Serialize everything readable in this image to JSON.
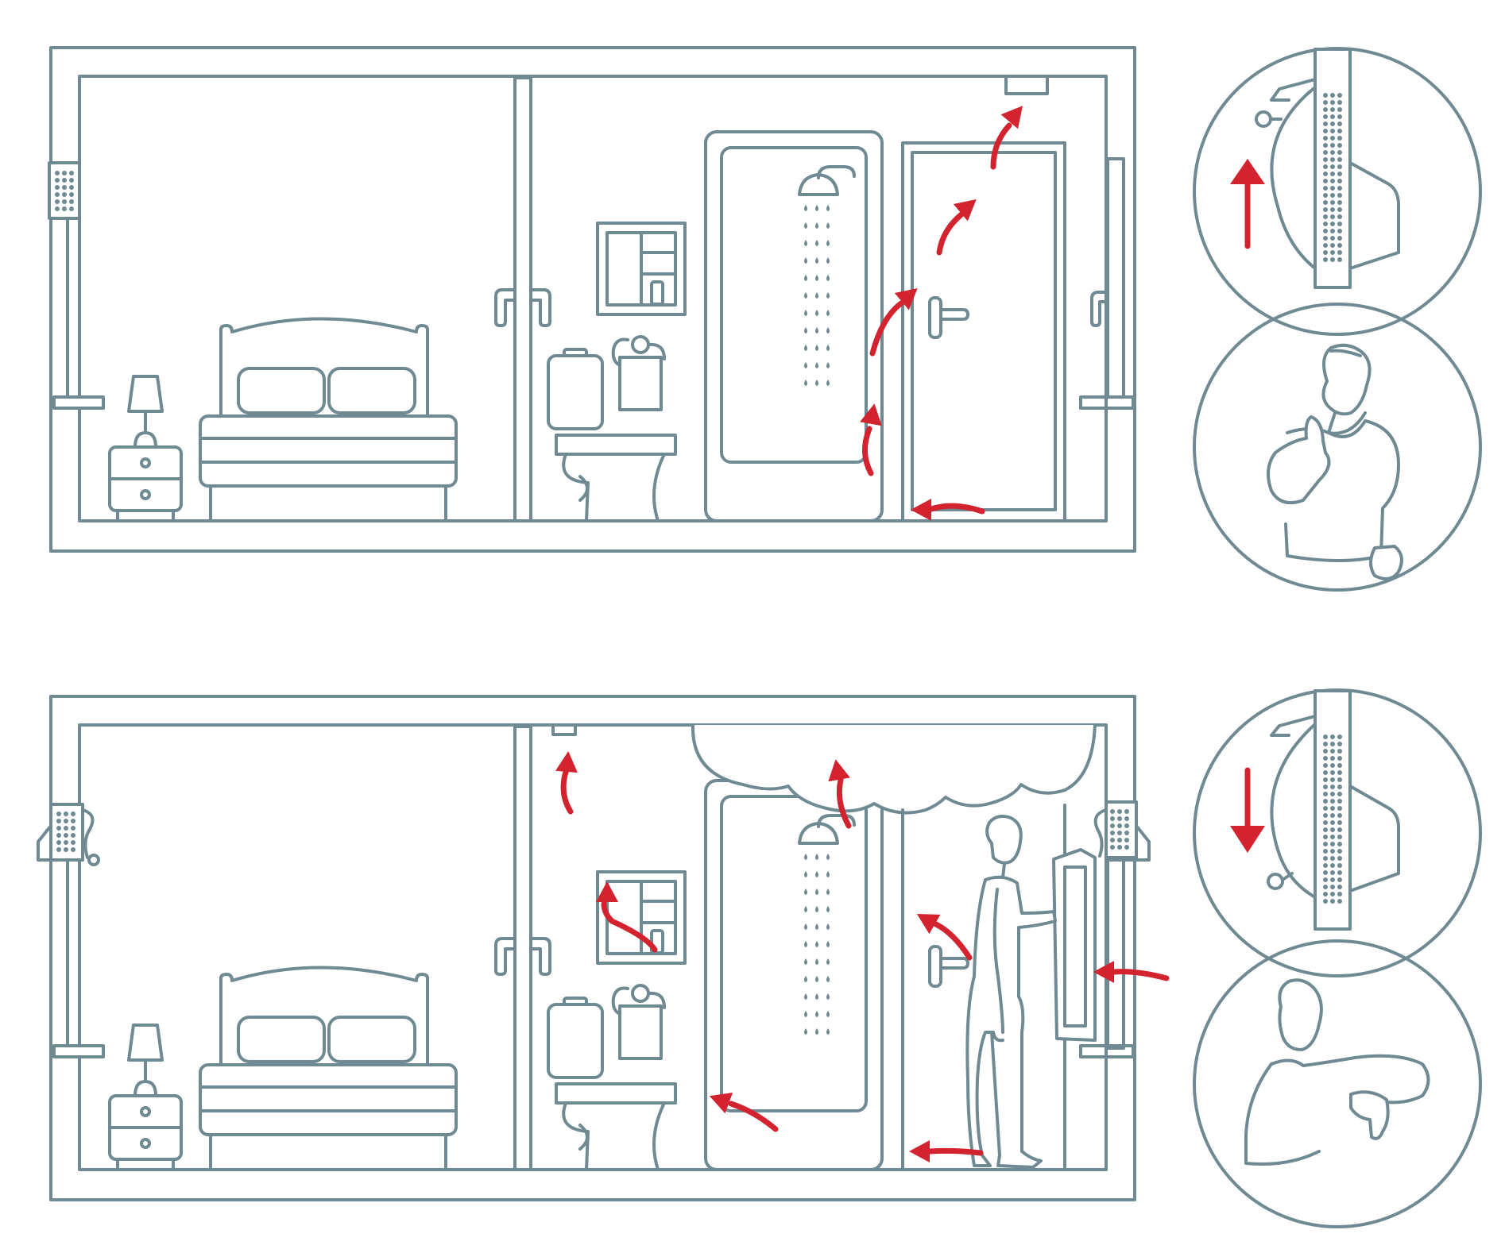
{
  "colors": {
    "line": "#6f8a92",
    "accent": "#d2232f",
    "background": "#ffffff"
  },
  "scenes": [
    {
      "id": "scene-correct",
      "window_vent": "closed",
      "valve_airflow": "up",
      "verdict": "thumbs-up"
    },
    {
      "id": "scene-wrong",
      "window_vent": "open",
      "valve_airflow": "down",
      "verdict": "thumbs-down"
    }
  ],
  "icons": [
    "wall-vent-icon",
    "bed-icon",
    "nightstand-icon",
    "lamp-icon",
    "door-handle-icon",
    "mirror-cabinet-icon",
    "toilet-icon",
    "shower-cabin-icon",
    "shower-head-icon",
    "ceiling-exhaust-icon",
    "airflow-arrow-icon",
    "steam-cloud-icon",
    "person-icon",
    "thumbs-up-icon",
    "thumbs-down-icon"
  ]
}
